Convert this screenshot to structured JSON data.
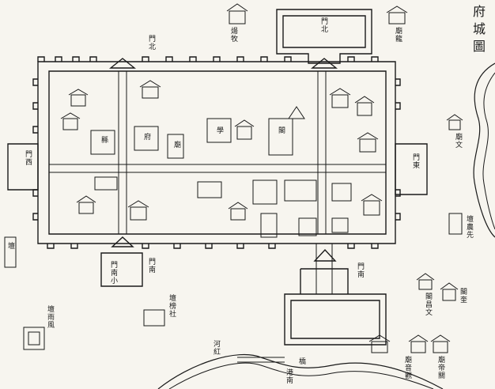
{
  "title": "府城圖",
  "colors": {
    "ink": "#1a1a1a",
    "paper": "#f7f5ef",
    "water": "#1a1a1a"
  },
  "labels": {
    "top_left_house": "煬牧",
    "temple_top_right": "廟龍",
    "north_outer_gate": "門北",
    "north_gate": "門北",
    "west_gate": "門西",
    "east_gate": "門東",
    "south_gate": "門南",
    "south_outer_gate": "門南",
    "small_south_gate": "門南小",
    "prefecture": "府",
    "county_office": "縣",
    "school": "學",
    "temple_left": "廟",
    "temple_right": "廟文",
    "pavilion": "閣",
    "bridge": "橋",
    "river_label": "河紅",
    "south_river": "港南",
    "altar_left": "壇",
    "altar_bottom_left": "壇雨風",
    "altar_mid_bottom": "壇榜社",
    "altar_right": "壇農先",
    "kuiwen_pavilion": "閣奎",
    "wenchang_temple": "閣昌文",
    "guanyin_temple": "廟音觀",
    "guandi_temple": "廟帝關"
  }
}
